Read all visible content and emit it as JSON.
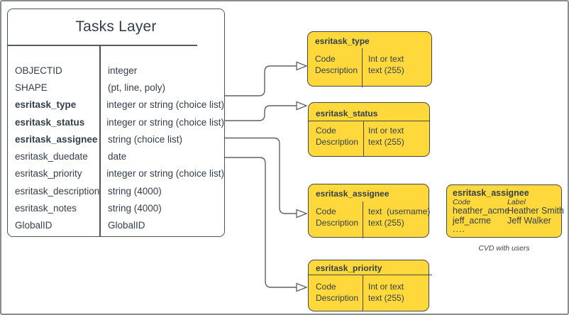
{
  "tasks_layer": {
    "title": "Tasks Layer",
    "fields": [
      {
        "name": "OBJECTID",
        "type": "integer"
      },
      {
        "name": "SHAPE",
        "type": "(pt, line, poly)"
      },
      {
        "name": "esritask_type",
        "type": "integer or string (choice list)"
      },
      {
        "name": "esritask_status",
        "type": "integer or string (choice list)"
      },
      {
        "name": "esritask_assignee",
        "type": "string (choice list)"
      },
      {
        "name": "esritask_duedate",
        "type": "date"
      },
      {
        "name": "esritask_priority",
        "type": "integer or string (choice list)"
      },
      {
        "name": "esritask_description",
        "type": "string (4000)"
      },
      {
        "name": "esritask_notes",
        "type": "string (4000)"
      },
      {
        "name": "GlobalID",
        "type": "GlobalID"
      }
    ]
  },
  "domain_tables": [
    {
      "title": "esritask_type",
      "left": [
        "Code",
        "Description"
      ],
      "right": [
        "Int or text",
        "text (255)"
      ]
    },
    {
      "title": "esritask_status",
      "left": [
        "Code",
        "Description"
      ],
      "right": [
        "Int or text",
        "text (255)"
      ]
    },
    {
      "title": "esritask_assignee",
      "left": [
        "Code",
        "Description"
      ],
      "right": [
        "text  (username)",
        "text (255)"
      ]
    },
    {
      "title": "esritask_priority",
      "left": [
        "Code",
        "Description"
      ],
      "right": [
        "Int or text",
        "text (255)"
      ]
    }
  ],
  "cvd_table": {
    "title": "esritask_assignee",
    "columns": [
      "Code",
      "Label"
    ],
    "rows": [
      {
        "code": "heather_acme",
        "label": "Heather Smith"
      },
      {
        "code": "jeff_acme",
        "label": "Jeff Walker"
      }
    ],
    "more": "....",
    "caption": "CVD with users"
  },
  "colors": {
    "box_fill": "#FFD93B",
    "box_border": "#474747",
    "table_border": "#4A525A",
    "text": "#333E4A",
    "connector": "#5D6166",
    "canvas_border": "#878D94"
  }
}
